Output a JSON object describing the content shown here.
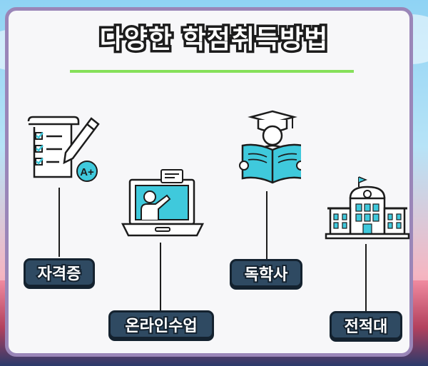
{
  "title": "다양한 학점취득방법",
  "methods": [
    {
      "label": "자격증",
      "icon": "certificate-checklist-icon",
      "badge": "A+"
    },
    {
      "label": "온라인수업",
      "icon": "online-class-laptop-icon"
    },
    {
      "label": "독학사",
      "icon": "graduate-reading-book-icon"
    },
    {
      "label": "전적대",
      "icon": "university-building-icon"
    }
  ],
  "colors": {
    "accent_teal": "#3fc9dc",
    "pill_bg": "#2f4a62",
    "underline": "#86e05a",
    "frame": "#9a86b8"
  }
}
